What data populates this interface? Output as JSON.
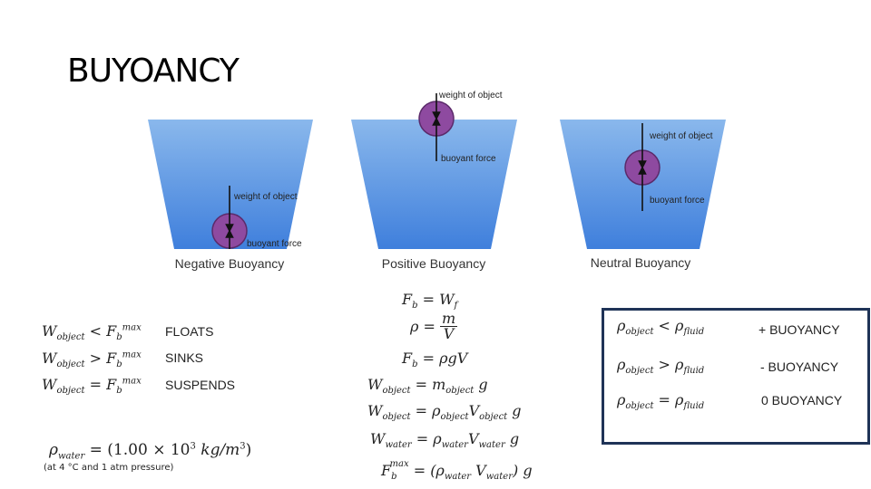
{
  "title": "BUYOANCY",
  "diagrams": [
    {
      "caption": "Negative Buoyancy",
      "weight_label": "weight of object",
      "buoyant_label": "buoyant force"
    },
    {
      "caption": "Positive Buoyancy",
      "weight_label": "weight of object",
      "buoyant_label": "buoyant force"
    },
    {
      "caption": "Neutral Buoyancy",
      "weight_label": "weight of object",
      "buoyant_label": "buoyant force"
    }
  ],
  "conditions": [
    {
      "lhs": "W",
      "lhs_sub": "object",
      "op": "<",
      "rhs": "F",
      "rhs_sub": "b",
      "rhs_sup": "max",
      "label": "FLOATS"
    },
    {
      "lhs": "W",
      "lhs_sub": "object",
      "op": ">",
      "rhs": "F",
      "rhs_sub": "b",
      "rhs_sup": "max",
      "label": "SINKS"
    },
    {
      "lhs": "W",
      "lhs_sub": "object",
      "op": "=",
      "rhs": "F",
      "rhs_sub": "b",
      "rhs_sup": "max",
      "label": "SUSPENDS"
    }
  ],
  "water_density": {
    "lhs": "ρ",
    "lhs_sub": "water",
    "rhs": "= (1.00 × 10",
    "exp": "3",
    "unit": " kg/m",
    "unit_exp": "3",
    "close": ")",
    "note": "(at 4 °C and 1 atm pressure)"
  },
  "formulas": {
    "f1": {
      "a": "F",
      "a_sub": "b",
      "eq": " = ",
      "b": "W",
      "b_sub": "f"
    },
    "f2": {
      "a": "ρ",
      "eq": " = ",
      "num": "m",
      "den": "V"
    },
    "f3": {
      "a": "F",
      "a_sub": "b",
      "rhs": " = ρgV"
    },
    "f4": {
      "a": "W",
      "a_sub": "object",
      "eq": " = m",
      "b_sub": "object",
      "tail": " g"
    },
    "f5": {
      "a": "W",
      "a_sub": "object",
      "eq": " = ρ",
      "b_sub": "object",
      "c": "V",
      "c_sub": "object",
      "tail": " g"
    },
    "f6": {
      "a": "W",
      "a_sub": "water",
      "eq": " = ρ",
      "b_sub": "water",
      "c": "V",
      "c_sub": "water",
      "tail": " g"
    },
    "f7": {
      "a": "F",
      "a_sub": "b",
      "a_sup": "max",
      "eq": " = (ρ",
      "b_sub": "water",
      "c": " V",
      "c_sub": "water",
      "tail": ") g"
    }
  },
  "density_box": [
    {
      "lhs": "ρ",
      "lhs_sub": "object",
      "op": " < ",
      "rhs": "ρ",
      "rhs_sub": "fluid",
      "label": "+ BUOYANCY"
    },
    {
      "lhs": "ρ",
      "lhs_sub": "object",
      "op": " > ",
      "rhs": "ρ",
      "rhs_sub": "fluid",
      "label": "-  BUOYANCY"
    },
    {
      "lhs": "ρ",
      "lhs_sub": "object",
      "op": " = ",
      "rhs": "ρ",
      "rhs_sub": "fluid",
      "label": "0 BUOYANCY"
    }
  ],
  "colors": {
    "water_top": "#8ab8ec",
    "water_bottom": "#3f7fdc",
    "ball": "#8e4aa0",
    "ball_stroke": "#5b2a6a",
    "box_border": "#1f3357"
  }
}
